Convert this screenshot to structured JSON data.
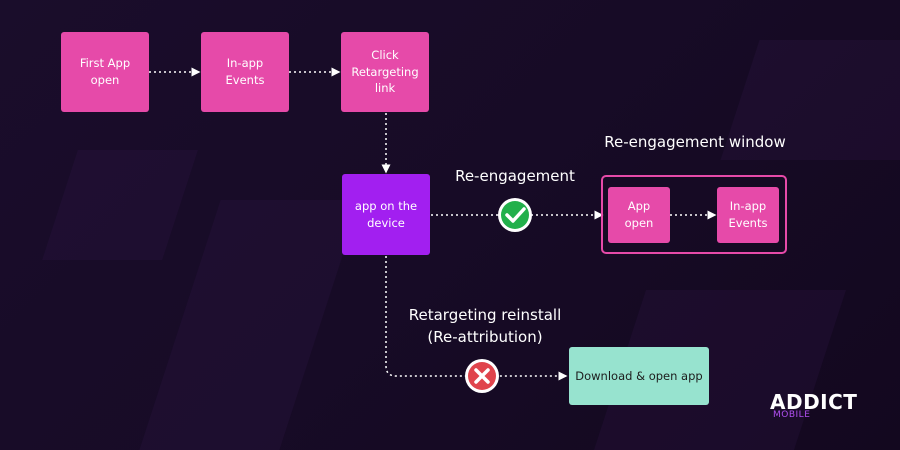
{
  "nodes": {
    "first_app_open": "First App\nopen",
    "inapp_events_top": "In-app\nEvents",
    "click_retargeting": "Click\nRetargeting\nlink",
    "app_on_device": "app on the\ndevice",
    "window_app_open": "App\nopen",
    "window_inapp_events": "In-app\nEvents",
    "download_open": "Download & open app"
  },
  "labels": {
    "reengagement_window": "Re-engagement window",
    "reengagement": "Re-engagement",
    "retargeting_reinstall": "Retargeting reinstall",
    "reattribution": "(Re-attribution)"
  },
  "logo": {
    "main": "ADDICT",
    "sub": "MOBILE"
  },
  "colors": {
    "pink_box": "#e64aa9",
    "purple_box": "#a21ff0",
    "mint_box": "#97e3cf",
    "window_border": "#e64aa9",
    "success": "#22b04b",
    "error": "#e0444c"
  }
}
